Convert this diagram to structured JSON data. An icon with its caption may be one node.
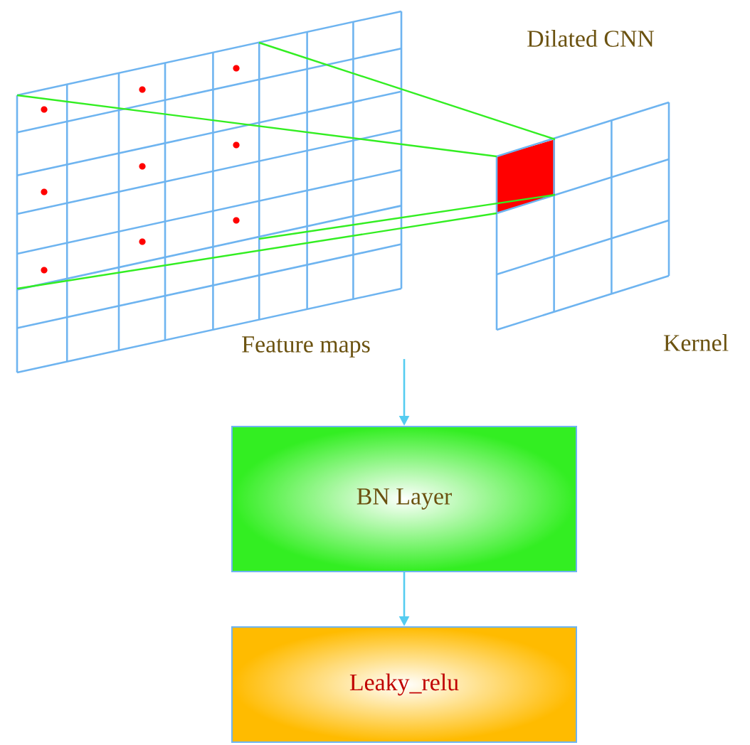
{
  "diagram": {
    "nodes": [
      {
        "text": [
          "Feature maps"
        ]
      },
      {
        "text": [
          "BN Layer"
        ]
      },
      {
        "text": [
          "Leaky_relu"
        ]
      }
    ],
    "edges": [
      {
        "from": 0,
        "to": 1,
        "arrow": "to"
      },
      {
        "from": 1,
        "to": 2,
        "arrow": "to"
      }
    ],
    "labels": [
      "Dilated CNN",
      "Kernel"
    ]
  }
}
